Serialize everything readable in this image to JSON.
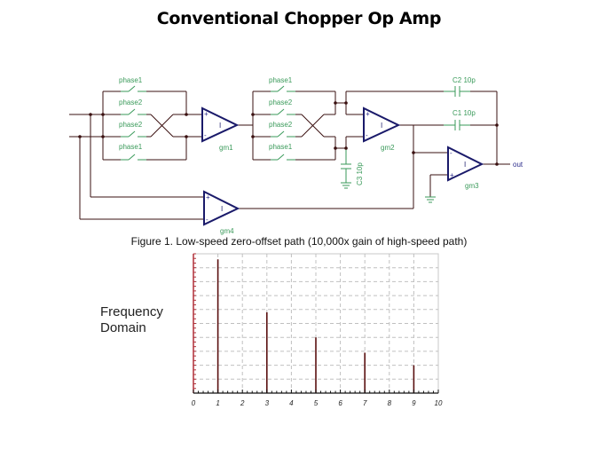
{
  "title": "Conventional Chopper Op Amp",
  "schematic": {
    "switch_labels": [
      "phase1",
      "phase2",
      "phase2",
      "phase1",
      "phase1",
      "phase2",
      "phase2",
      "phase1"
    ],
    "amplifiers": [
      "gm1",
      "gm2",
      "gm3",
      "gm4"
    ],
    "capacitors": [
      {
        "name": "C2 10p"
      },
      {
        "name": "C1 10p"
      },
      {
        "name": "C3 10p"
      }
    ],
    "output_label": "out",
    "amp_symbol": "I",
    "plus": "+",
    "minus": "-"
  },
  "caption": "Figure 1. Low-speed zero-offset path (10,000x gain of high-speed path)",
  "side_label": {
    "line1": "Frequency",
    "line2": "Domain"
  },
  "chart_data": {
    "type": "bar",
    "title": "",
    "xlabel": "",
    "ylabel": "",
    "x": [
      1,
      3,
      5,
      7,
      9
    ],
    "values": [
      9.6,
      5.8,
      4.0,
      2.9,
      2.0
    ],
    "xlim": [
      0,
      10
    ],
    "ylim": [
      0,
      10
    ],
    "x_ticks": [
      "0",
      "1",
      "2",
      "3",
      "4",
      "5",
      "6",
      "7",
      "8",
      "9",
      "10"
    ],
    "grid": true,
    "bar_color": "#5a1010",
    "axis_color": "#b0303a"
  }
}
